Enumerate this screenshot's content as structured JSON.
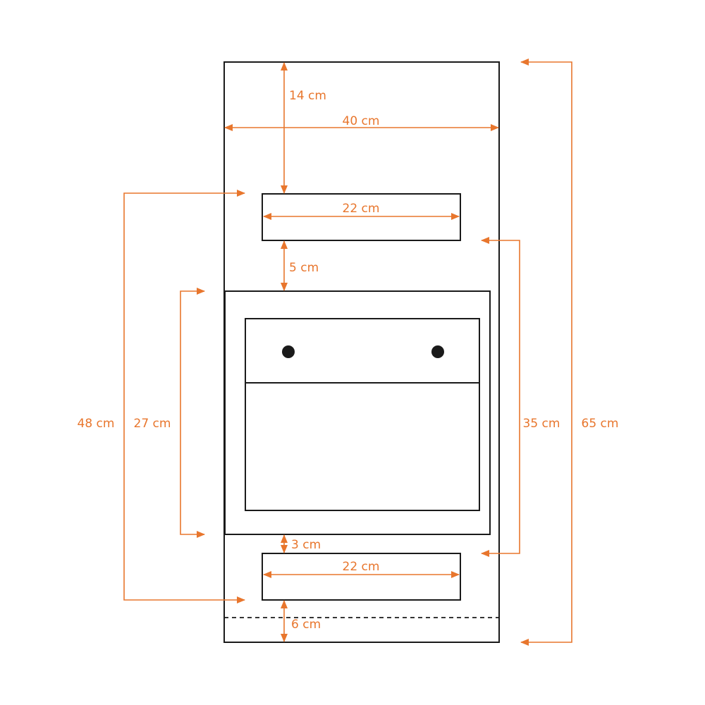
{
  "colors": {
    "outline": "#1a1a1a",
    "dimension": "#e8762d",
    "knob": "#1a1a1a"
  },
  "labels": {
    "top_gap": "14 cm",
    "panel_width": "40 cm",
    "upper_slot_width": "22 cm",
    "slot_gap": "5 cm",
    "lower_gap": "3 cm",
    "lower_slot_width": "22 cm",
    "bottom_gap": "6 cm",
    "outer_left_height": "48 cm",
    "inner_left_height": "27 cm",
    "inner_right_height": "35 cm",
    "total_height": "65 cm"
  },
  "icons": {
    "knob": "knob-icon"
  }
}
